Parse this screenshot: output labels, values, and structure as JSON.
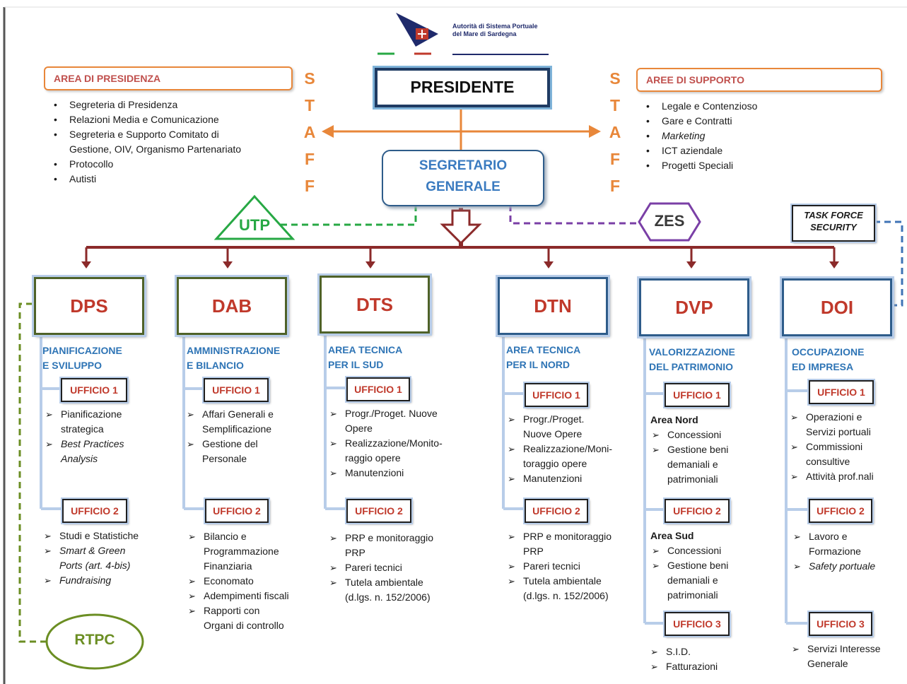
{
  "logo": {
    "line1": "Autorità di Sistema Portuale",
    "line2": "del Mare di Sardegna"
  },
  "top": {
    "presidente": "PRESIDENTE",
    "segretario_l1": "SEGRETARIO",
    "segretario_l2": "GENERALE"
  },
  "staff_letters": [
    "S",
    "T",
    "A",
    "F",
    "F"
  ],
  "area_presidenza": {
    "title": "AREA DI PRESIDENZA",
    "items": [
      "Segreteria di Presidenza",
      "Relazioni Media e Comunicazione",
      "Segreteria e Supporto Comitato di",
      "Gestione, OIV, Organismo Partenariato",
      "Protocollo",
      "Autisti"
    ]
  },
  "aree_supporto": {
    "title": "AREE DI SUPPORTO",
    "items": [
      "Legale e Contenzioso",
      "Gare e Contratti",
      "Marketing",
      "ICT aziendale",
      "Progetti Speciali"
    ]
  },
  "badges": {
    "utp": "UTP",
    "zes": "ZES",
    "rtpc": "RTPC",
    "task_force_l1": "TASK FORCE",
    "task_force_l2": "SECURITY"
  },
  "departments": [
    {
      "code": "DPS",
      "t1": "PIANIFICAZIONE",
      "t2": "E SVILUPPO",
      "u1": "UFFICIO 1",
      "u1_items": [
        "Pianificazione",
        "strategica",
        "Best Practices",
        "Analysis"
      ],
      "u2": "UFFICIO 2",
      "u2_items": [
        "Studi e Statistiche",
        "Smart & Green",
        "Ports (art. 4-bis)",
        "Fundraising"
      ]
    },
    {
      "code": "DAB",
      "t1": "AMMINISTRAZIONE",
      "t2": "E BILANCIO",
      "u1": "UFFICIO 1",
      "u1_items": [
        "Affari Generali e",
        "Semplificazione",
        "Gestione del",
        "Personale"
      ],
      "u2": "UFFICIO 2",
      "u2_items": [
        "Bilancio e",
        "Programmazione",
        "Finanziaria",
        "Economato",
        "Adempimenti fiscali",
        "Rapporti con",
        "Organi di controllo"
      ]
    },
    {
      "code": "DTS",
      "t1": "AREA TECNICA",
      "t2": "PER IL SUD",
      "u1": "UFFICIO 1",
      "u1_items": [
        "Progr./Proget. Nuove",
        "Opere",
        "Realizzazione/Monito-",
        "raggio opere",
        "Manutenzioni"
      ],
      "u2": "UFFICIO 2",
      "u2_items": [
        "PRP e monitoraggio",
        "PRP",
        "Pareri tecnici",
        "Tutela ambientale",
        "(d.lgs. n. 152/2006)"
      ]
    },
    {
      "code": "DTN",
      "t1": "AREA TECNICA",
      "t2": "PER IL NORD",
      "u1": "UFFICIO 1",
      "u1_items": [
        "Progr./Proget.",
        "Nuove Opere",
        "Realizzazione/Moni-",
        "toraggio opere",
        "Manutenzioni"
      ],
      "u2": "UFFICIO 2",
      "u2_items": [
        "PRP e monitoraggio",
        "PRP",
        "Pareri tecnici",
        "Tutela ambientale",
        "(d.lgs. n. 152/2006)"
      ]
    },
    {
      "code": "DVP",
      "t1": "VALORIZZAZIONE",
      "t2": "DEL PATRIMONIO",
      "u1": "UFFICIO 1",
      "u1_sub": "Area Nord",
      "u1_items": [
        "Concessioni",
        "Gestione beni",
        "demaniali e",
        "patrimoniali"
      ],
      "u2": "UFFICIO 2",
      "u2_sub": "Area Sud",
      "u2_items": [
        "Concessioni",
        "Gestione beni",
        "demaniali e",
        "patrimoniali"
      ],
      "u3": "UFFICIO 3",
      "u3_items": [
        "S.I.D.",
        "Fatturazioni"
      ]
    },
    {
      "code": "DOI",
      "t1": "OCCUPAZIONE",
      "t2": "ED IMPRESA",
      "u1": "UFFICIO 1",
      "u1_items": [
        "Operazioni e",
        "Servizi portuali",
        "Commissioni",
        "consultive",
        "Attività prof.nali"
      ],
      "u2": "UFFICIO 2",
      "u2_items": [
        "Lavoro e",
        "Formazione",
        "Safety portuale"
      ],
      "u3": "UFFICIO 3",
      "u3_items": [
        "Servizi Interesse",
        "Generale"
      ]
    }
  ]
}
